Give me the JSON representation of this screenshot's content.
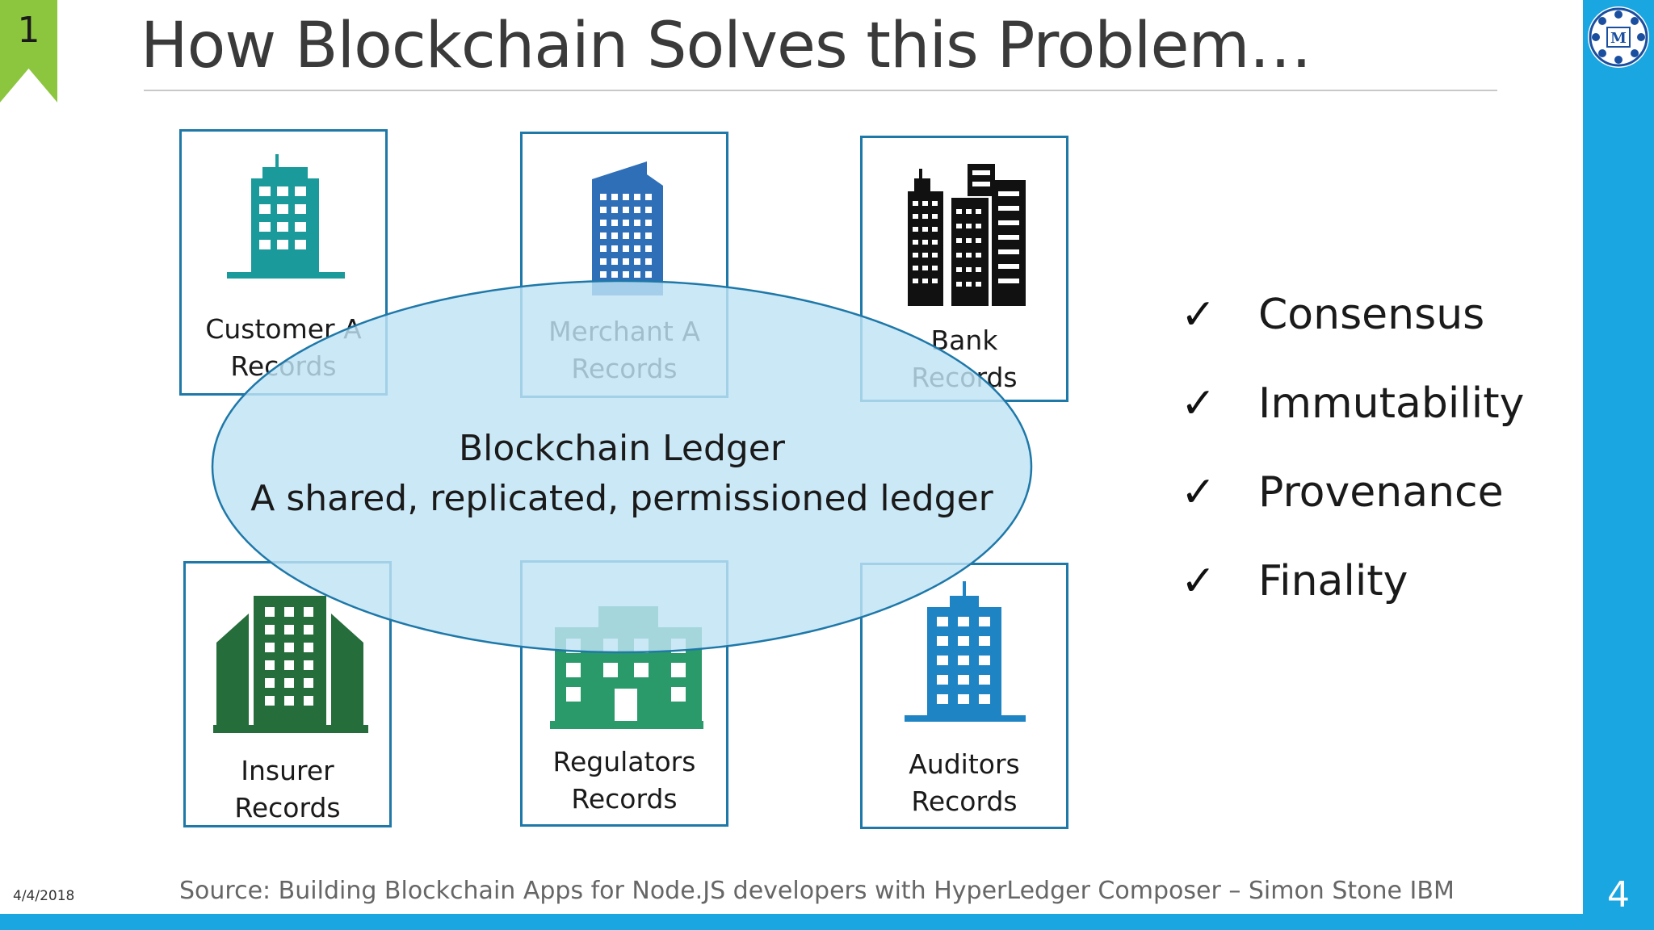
{
  "slide": {
    "tag_number": "1",
    "title": "How Blockchain Solves this Problem…",
    "page_number": "4",
    "date": "4/4/2018",
    "source": "Source: Building Blockchain Apps for Node.JS developers with HyperLedger Composer – Simon Stone IBM",
    "logo_letter": "M"
  },
  "colors": {
    "accent_blue": "#1aa6e0",
    "tag_green": "#8cc63f",
    "card_border": "#1e78a8",
    "ellipse_fill": "#bfe3f5",
    "ellipse_stroke": "#1e78a8"
  },
  "diagram": {
    "ledger": {
      "title": "Blockchain Ledger",
      "subtitle": "A shared, replicated, permissioned ledger"
    },
    "nodes": [
      {
        "line1": "Customer A",
        "line2": "Records",
        "icon": "building-teal-icon",
        "color": "#1a9a9a"
      },
      {
        "line1": "Merchant A",
        "line2": "Records",
        "icon": "building-blue-icon",
        "color": "#2e6fb8"
      },
      {
        "line1": "Bank",
        "line2": "Records",
        "icon": "buildings-black-icon",
        "color": "#111111"
      },
      {
        "line1": "Insurer",
        "line2": "Records",
        "icon": "building-green-icon",
        "color": "#256d3a"
      },
      {
        "line1": "Regulators",
        "line2": "Records",
        "icon": "building-seagreen-icon",
        "color": "#2a9a6a"
      },
      {
        "line1": "Auditors",
        "line2": "Records",
        "icon": "building-lightblue-icon",
        "color": "#1f84c4"
      }
    ]
  },
  "benefits": [
    {
      "mark": "✓",
      "label": "Consensus"
    },
    {
      "mark": "✓",
      "label": "Immutability"
    },
    {
      "mark": "✓",
      "label": "Provenance"
    },
    {
      "mark": "✓",
      "label": "Finality"
    }
  ]
}
